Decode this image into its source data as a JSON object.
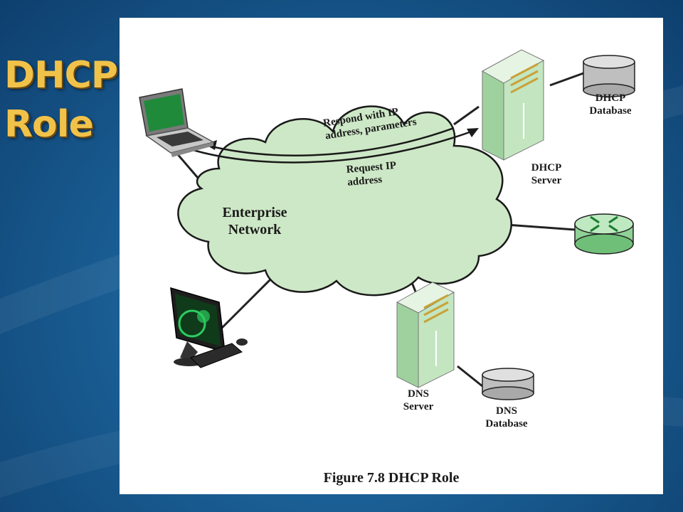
{
  "slide": {
    "title_line1": "DHCP",
    "title_line2": "Role"
  },
  "figure": {
    "caption": "Figure 7.8  DHCP Role",
    "cloud_label_line1": "Enterprise",
    "cloud_label_line2": "Network",
    "respond_line1": "Respond with IP",
    "respond_line2": "address, parameters",
    "request_line1": "Request IP",
    "request_line2": "address",
    "dhcp_server_line1": "DHCP",
    "dhcp_server_line2": "Server",
    "dhcp_db_line1": "DHCP",
    "dhcp_db_line2": "Database",
    "dns_server_line1": "DNS",
    "dns_server_line2": "Server",
    "dns_db_line1": "DNS",
    "dns_db_line2": "Database"
  },
  "colors": {
    "cloud_fill": "#cde8c6",
    "server_fill": "#bfe3bd",
    "router_fill": "#9fd9a2",
    "title_gold": "#f1c24a",
    "background_blue": "#1a5f95"
  },
  "icons": [
    "laptop-icon",
    "desktop-computer-icon",
    "server-icon",
    "database-icon",
    "router-icon"
  ]
}
